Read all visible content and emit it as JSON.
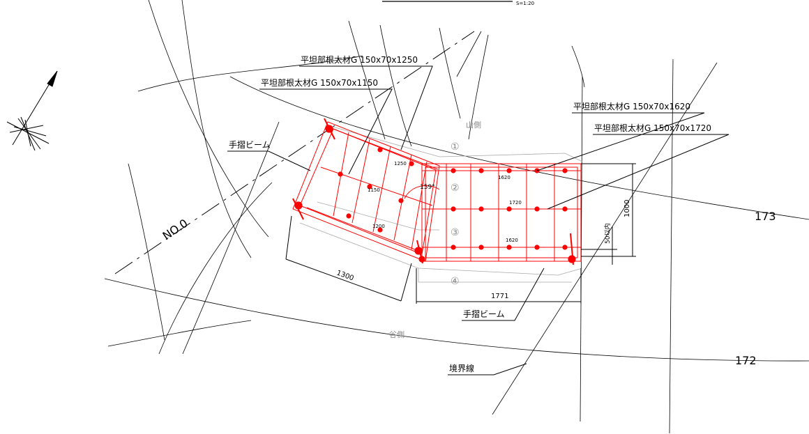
{
  "scale": "S=1:20",
  "labels": {
    "joist_1250": "平坦部根太材G 150x70x1250",
    "joist_1150": "平坦部根太材G 150x70x1150",
    "joist_1620": "平坦部根太材G 150x70x1620",
    "joist_1720": "平坦部根太材G 150x70x1720",
    "handrail_left": "手摺ビーム",
    "handrail_bottom": "手摺ビーム",
    "boundary": "境界線",
    "mountain_side": "山側",
    "valley_side": "谷側",
    "station": "NO.0",
    "contour_173": "173",
    "contour_172": "172"
  },
  "circled_numbers": [
    "①",
    "②",
    "③",
    "④"
  ],
  "dimensions": {
    "left_span": "1300",
    "bottom_span": "1771",
    "right_height": "1000",
    "right_tolerance": "50以内",
    "angle": "159°",
    "inner_1250": "1250",
    "inner_1150": "1150",
    "inner_1200": "1200",
    "inner_1620a": "1620",
    "inner_1720": "1720",
    "inner_1620b": "1620"
  },
  "colors": {
    "structure": "#ff0000",
    "linework": "#000000",
    "guide": "#999999"
  }
}
